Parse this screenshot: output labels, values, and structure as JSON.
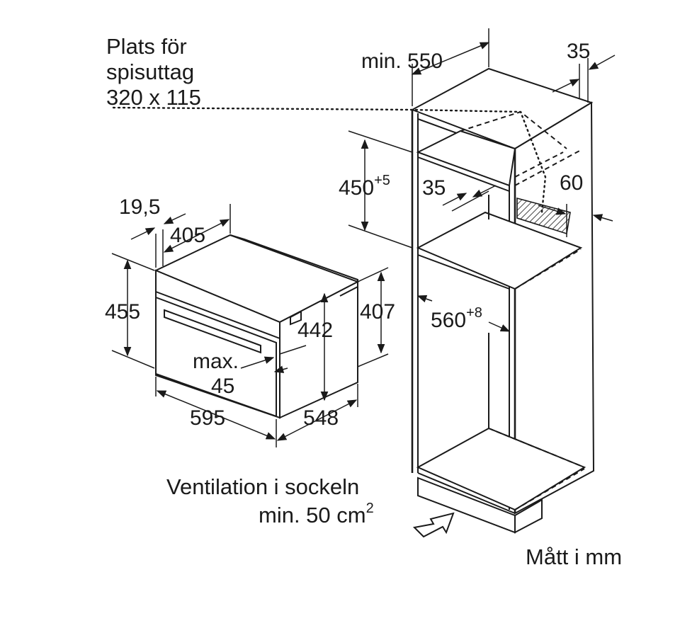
{
  "socket_note": {
    "line1": "Plats för",
    "line2": "spisuttag",
    "line3": "320 x 115"
  },
  "cabinet": {
    "width_min": "min. 550",
    "side_gap": "35",
    "niche_height_base": "450",
    "niche_height_tol": "+5",
    "inner_offset": "35",
    "rear_gap": "60",
    "niche_width_base": "560",
    "niche_width_tol": "+8"
  },
  "oven": {
    "front_offset": "19,5",
    "top_depth": "405",
    "front_height": "455",
    "body_height": "442",
    "side_height": "407",
    "door_gap_label": "max.",
    "door_gap_value": "45",
    "width": "595",
    "depth": "548"
  },
  "ventilation": {
    "line1": "Ventilation i sockeln",
    "line2_prefix": "min. 50 cm",
    "line2_sup": "2"
  },
  "units_note": "Mått i mm"
}
